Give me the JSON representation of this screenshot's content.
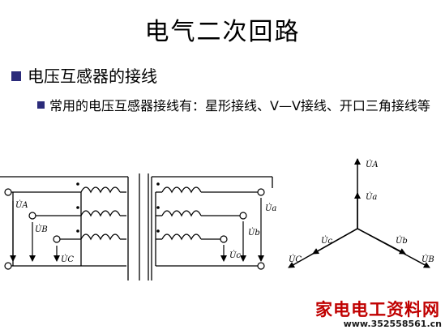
{
  "slide": {
    "title": "电气二次回路",
    "bullet_level1": "电压互感器的接线",
    "bullet_level2": "常用的电压互感器接线有：星形接线、V—V接线、开口三角接线等"
  },
  "diagram": {
    "primary_labels": [
      "U̇A",
      "U̇B",
      "U̇C"
    ],
    "secondary_labels": [
      "U̇a",
      "U̇b",
      "U̇c"
    ],
    "phasor_labels": {
      "UA": "U̇A",
      "Ua": "U̇a",
      "Uc": "U̇c",
      "UC": "U̇C",
      "Ub": "U̇b",
      "UB": "U̇B"
    }
  },
  "watermark": {
    "line1": "家电电工资料网",
    "line2": "www.352558561.cn"
  },
  "colors": {
    "bullet": "#2b2b7a",
    "watermark": "#c00000",
    "line": "#000000"
  }
}
